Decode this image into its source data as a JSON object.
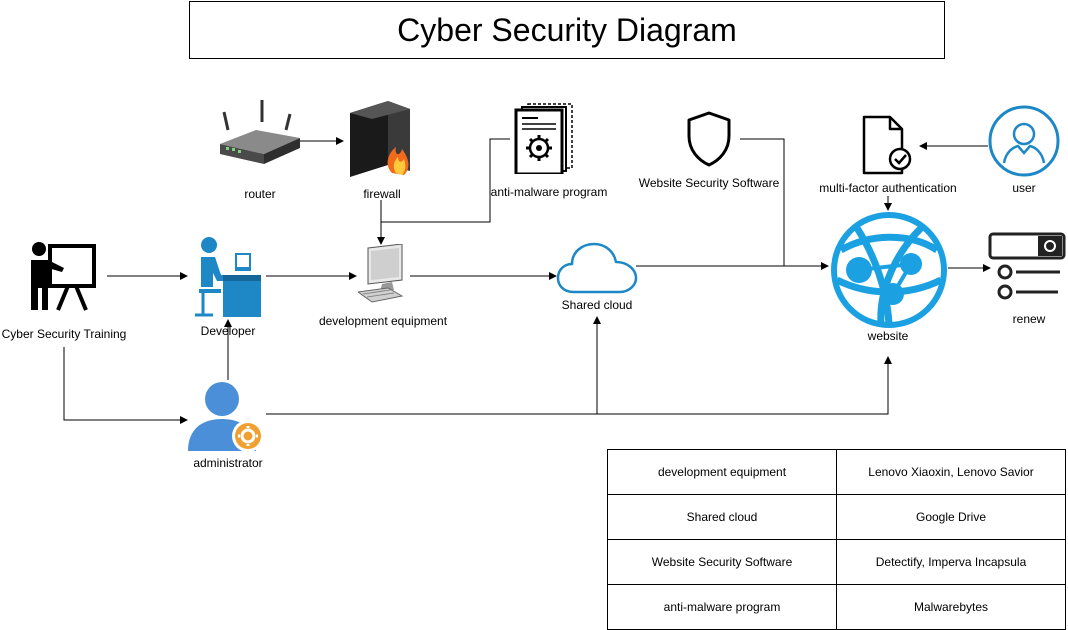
{
  "title": "Cyber Security Diagram",
  "nodes": {
    "router": "router",
    "firewall": "firewall",
    "anti_malware": "anti-malware program",
    "website_security": "Website Security Software",
    "mfa": "multi-factor authentication",
    "user": "user",
    "training": "Cyber Security Training",
    "developer": "Developer",
    "dev_equipment": "development equipment",
    "shared_cloud": "Shared cloud",
    "website": "website",
    "renew": "renew",
    "administrator": "administrator"
  },
  "legend": [
    {
      "item": "development equipment",
      "product": "Lenovo Xiaoxin, Lenovo Savior"
    },
    {
      "item": "Shared cloud",
      "product": "Google Drive"
    },
    {
      "item": "Website Security Software",
      "product": "Detectify, Imperva Incapsula"
    },
    {
      "item": "anti-malware program",
      "product": "Malwarebytes"
    }
  ],
  "colors": {
    "accent_blue": "#1E88C7",
    "website_blue": "#1BA1E2",
    "cloud_blue": "#1E88C7",
    "gear_orange": "#F0A030",
    "firewall_flame": "#F26B1D"
  }
}
